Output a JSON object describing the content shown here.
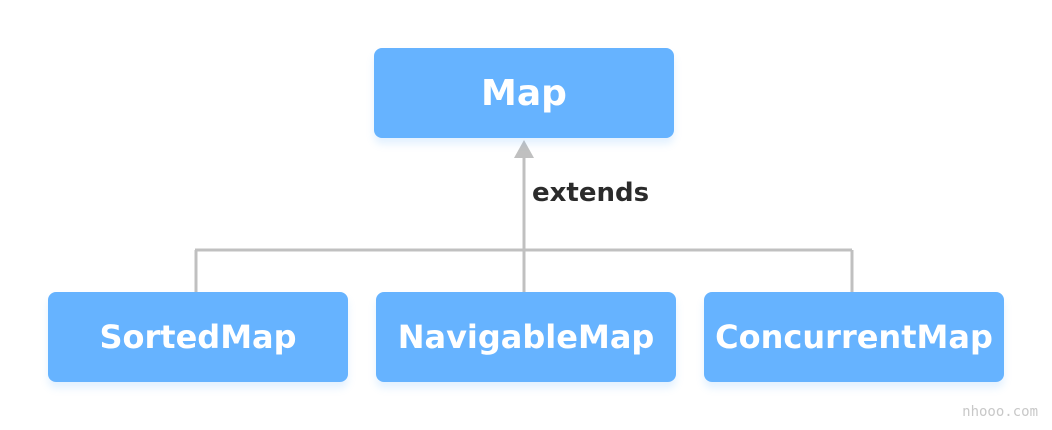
{
  "diagram": {
    "parent": {
      "label": "Map"
    },
    "relation_label": "extends",
    "children": [
      {
        "label": "SortedMap"
      },
      {
        "label": "NavigableMap"
      },
      {
        "label": "ConcurrentMap"
      }
    ]
  },
  "colors": {
    "node_fill": "#66b3ff",
    "node_text": "#ffffff",
    "connector": "#c0c0c0",
    "label_text": "#2b2b2b",
    "watermark": "#c8c8c8"
  },
  "watermark": "nhooo.com"
}
